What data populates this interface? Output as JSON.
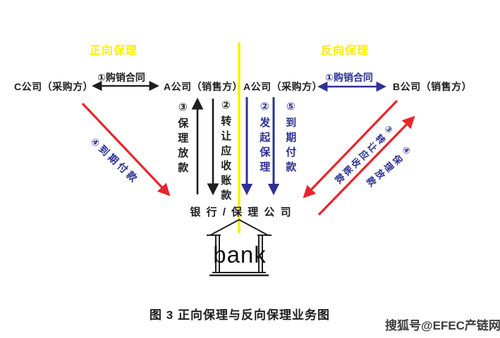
{
  "sections": {
    "forward": {
      "label": "正向保理"
    },
    "reverse": {
      "label": "反向保理"
    }
  },
  "nodes": {
    "company_c": "C公司（采购方）",
    "company_a_seller": "A公司（销售方）",
    "company_a_buyer": "A公司（采购方）",
    "company_b": "B公司（销售方）",
    "bank_label": "银 行 / 保 理 公 司",
    "bank_icon_text": "bank"
  },
  "flows": {
    "forward_contract": "①购销合同",
    "forward_factoring_loan": "③保理放款",
    "forward_transfer_receivables": "②转让应收账款",
    "forward_maturity_payment": "④到期付款",
    "reverse_contract": "①购销合同",
    "reverse_initiate_factoring": "②发起保理",
    "reverse_maturity_payment": "⑤到期付款",
    "reverse_transfer_receivables": "③转让应收账款",
    "reverse_factoring_loan": "④保理放款"
  },
  "caption": "图 3  正向保理与反向保理业务图",
  "watermark": "搜狐号@EFEC产链网",
  "colors": {
    "yellow": "#ffee00",
    "blue": "#2e3192",
    "red": "#e8252c",
    "black": "#1e1e1e"
  }
}
